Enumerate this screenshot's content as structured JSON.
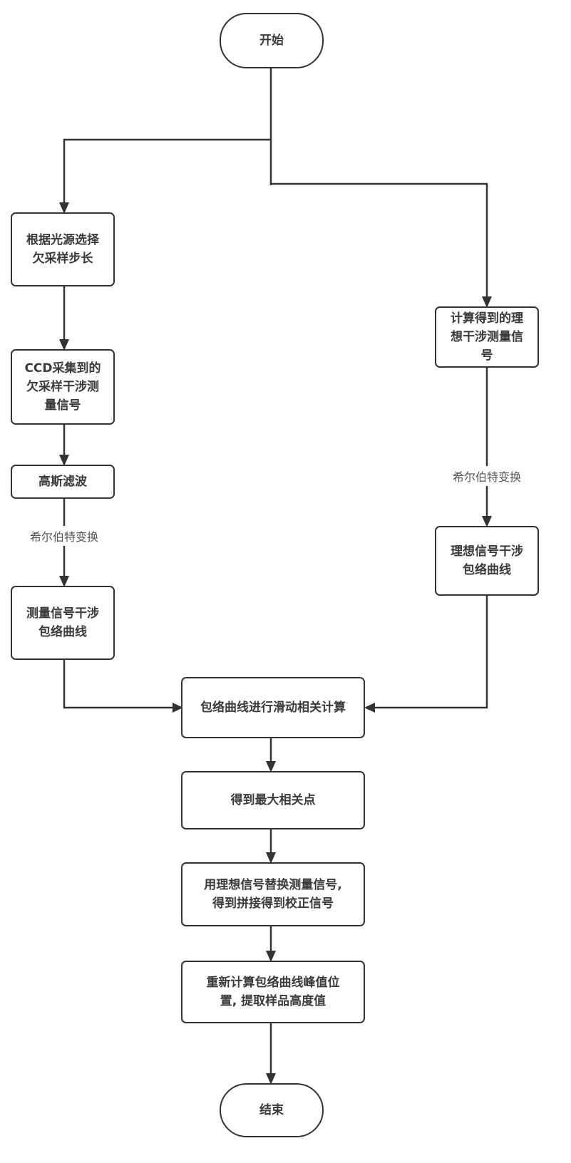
{
  "diagram": {
    "type": "flowchart",
    "nodes": {
      "start": "开始",
      "select_step": "根据光源选择\n欠采样步长",
      "ccd_signal": "CCD采集到的\n欠采样干涉测\n量信号",
      "gauss_filter": "高斯滤波",
      "measured_envelope": "测量信号干涉\n包络曲线",
      "ideal_signal": "计算得到的理\n想干涉测量信\n号",
      "ideal_envelope": "理想信号干涉\n包络曲线",
      "sliding_corr": "包络曲线进行滑动相关计算",
      "max_corr": "得到最大相关点",
      "replace_signal": "用理想信号替换测量信号,\n得到拼接得到校正信号",
      "recompute_peak": "重新计算包络曲线峰值位\n置, 提取样品高度值",
      "end": "结束"
    },
    "edge_labels": {
      "hilbert_left": "希尔伯特变换",
      "hilbert_right": "希尔伯特变换"
    },
    "edges": [
      {
        "from": "start",
        "to": "select_step"
      },
      {
        "from": "start",
        "to": "ideal_signal"
      },
      {
        "from": "select_step",
        "to": "ccd_signal"
      },
      {
        "from": "ccd_signal",
        "to": "gauss_filter"
      },
      {
        "from": "gauss_filter",
        "to": "measured_envelope",
        "label": "希尔伯特变换"
      },
      {
        "from": "ideal_signal",
        "to": "ideal_envelope",
        "label": "希尔伯特变换"
      },
      {
        "from": "measured_envelope",
        "to": "sliding_corr"
      },
      {
        "from": "ideal_envelope",
        "to": "sliding_corr"
      },
      {
        "from": "sliding_corr",
        "to": "max_corr"
      },
      {
        "from": "max_corr",
        "to": "replace_signal"
      },
      {
        "from": "replace_signal",
        "to": "recompute_peak"
      },
      {
        "from": "recompute_peak",
        "to": "end"
      }
    ],
    "colors": {
      "stroke": "#333333",
      "text": "#3a3a3a",
      "label_text": "#555555",
      "background": "#ffffff"
    }
  }
}
